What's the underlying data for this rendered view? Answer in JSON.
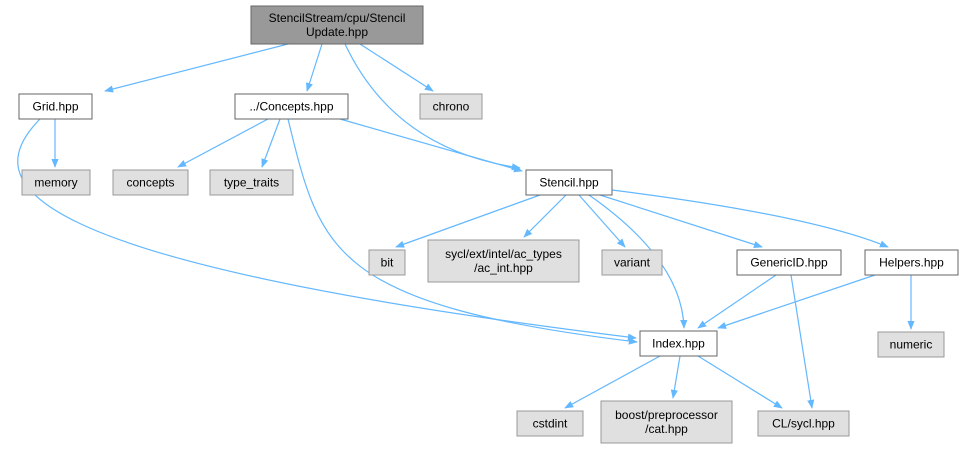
{
  "colors": {
    "root_fill": "#999999",
    "root_stroke": "#666666",
    "internal_fill": "#ffffff",
    "internal_stroke": "#666666",
    "external_fill": "#e0e0e0",
    "external_stroke": "#999999",
    "edge": "#63b8ff",
    "text": "#000000"
  },
  "nodes": {
    "root": {
      "lines": [
        "StencilStream/cpu/Stencil",
        "Update.hpp"
      ],
      "kind": "root"
    },
    "grid": {
      "lines": [
        "Grid.hpp"
      ],
      "kind": "internal"
    },
    "concepts_h": {
      "lines": [
        "../Concepts.hpp"
      ],
      "kind": "internal"
    },
    "chrono": {
      "lines": [
        "chrono"
      ],
      "kind": "external"
    },
    "memory": {
      "lines": [
        "memory"
      ],
      "kind": "external"
    },
    "concepts": {
      "lines": [
        "concepts"
      ],
      "kind": "external"
    },
    "type_traits": {
      "lines": [
        "type_traits"
      ],
      "kind": "external"
    },
    "stencil": {
      "lines": [
        "Stencil.hpp"
      ],
      "kind": "internal"
    },
    "bit": {
      "lines": [
        "bit"
      ],
      "kind": "external"
    },
    "ac_int": {
      "lines": [
        "sycl/ext/intel/ac_types",
        "/ac_int.hpp"
      ],
      "kind": "external"
    },
    "variant": {
      "lines": [
        "variant"
      ],
      "kind": "external"
    },
    "genericid": {
      "lines": [
        "GenericID.hpp"
      ],
      "kind": "internal"
    },
    "helpers": {
      "lines": [
        "Helpers.hpp"
      ],
      "kind": "internal"
    },
    "numeric": {
      "lines": [
        "numeric"
      ],
      "kind": "external"
    },
    "index": {
      "lines": [
        "Index.hpp"
      ],
      "kind": "internal"
    },
    "cstdint": {
      "lines": [
        "cstdint"
      ],
      "kind": "external"
    },
    "boost_cat": {
      "lines": [
        "boost/preprocessor",
        "/cat.hpp"
      ],
      "kind": "external"
    },
    "cl_sycl": {
      "lines": [
        "CL/sycl.hpp"
      ],
      "kind": "external"
    }
  },
  "edges": [
    {
      "from": "root",
      "to": "grid"
    },
    {
      "from": "root",
      "to": "concepts_h"
    },
    {
      "from": "root",
      "to": "stencil"
    },
    {
      "from": "root",
      "to": "chrono"
    },
    {
      "from": "grid",
      "to": "memory"
    },
    {
      "from": "grid",
      "to": "index"
    },
    {
      "from": "concepts_h",
      "to": "concepts"
    },
    {
      "from": "concepts_h",
      "to": "type_traits"
    },
    {
      "from": "concepts_h",
      "to": "stencil"
    },
    {
      "from": "concepts_h",
      "to": "index"
    },
    {
      "from": "stencil",
      "to": "bit"
    },
    {
      "from": "stencil",
      "to": "ac_int"
    },
    {
      "from": "stencil",
      "to": "variant"
    },
    {
      "from": "stencil",
      "to": "index"
    },
    {
      "from": "stencil",
      "to": "genericid"
    },
    {
      "from": "stencil",
      "to": "helpers"
    },
    {
      "from": "genericid",
      "to": "index"
    },
    {
      "from": "genericid",
      "to": "cl_sycl"
    },
    {
      "from": "helpers",
      "to": "index"
    },
    {
      "from": "helpers",
      "to": "numeric"
    },
    {
      "from": "index",
      "to": "cstdint"
    },
    {
      "from": "index",
      "to": "boost_cat"
    },
    {
      "from": "index",
      "to": "cl_sycl"
    }
  ]
}
